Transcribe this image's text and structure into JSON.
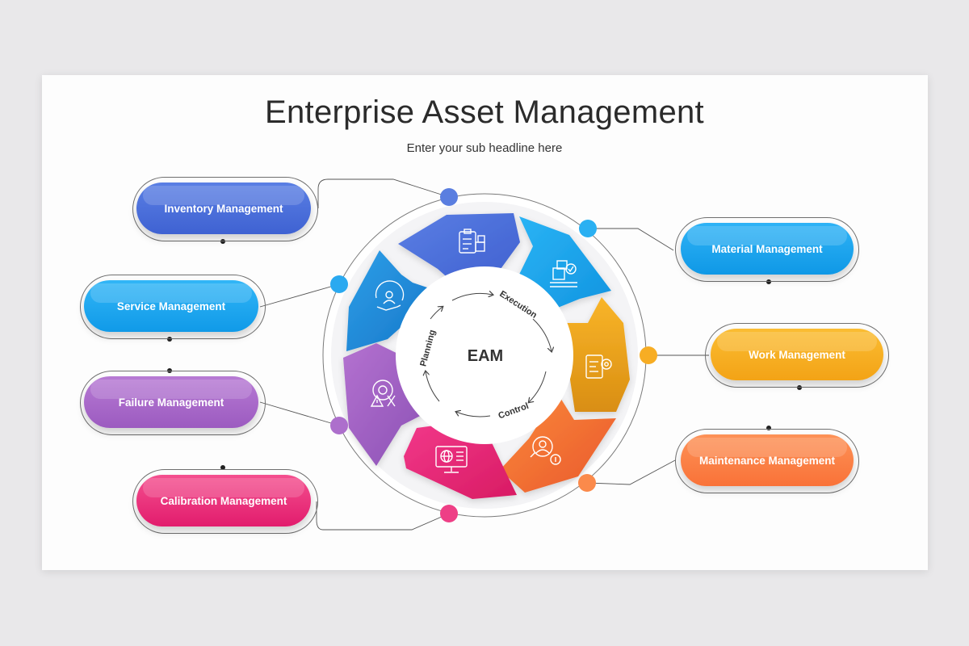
{
  "header": {
    "title": "Enterprise Asset Management",
    "subtitle": "Enter your sub headline here"
  },
  "center": {
    "label": "EAM",
    "cycle_labels": [
      "Execution",
      "Planning",
      "Control"
    ]
  },
  "left_items": [
    {
      "label": "Inventory Management",
      "color": "#4a6fdc"
    },
    {
      "label": "Service Management",
      "color": "#1ea5f3"
    },
    {
      "label": "Failure Management",
      "color": "#a567c6"
    },
    {
      "label": "Calibration Management",
      "color": "#ef3a82"
    }
  ],
  "right_items": [
    {
      "label": "Material Management",
      "color": "#16a2ef"
    },
    {
      "label": "Work Management",
      "color": "#f7ad24"
    },
    {
      "label": "Maintenance Management",
      "color": "#fb8243"
    }
  ],
  "segment_icons": [
    "clipboard-boxes-icon",
    "boxes-checkmark-icon",
    "document-gear-icon",
    "gear-person-dollar-icon",
    "monitor-globe-icon",
    "gears-tools-icon",
    "hand-person-refresh-icon"
  ],
  "colors": {
    "inventory": "#4a6fdc",
    "material": "#16a2ef",
    "work": "#f7ad24",
    "maintenance": "#fb8243",
    "calibration": "#ef3a82",
    "failure": "#a567c6",
    "service": "#1ea5f3"
  }
}
